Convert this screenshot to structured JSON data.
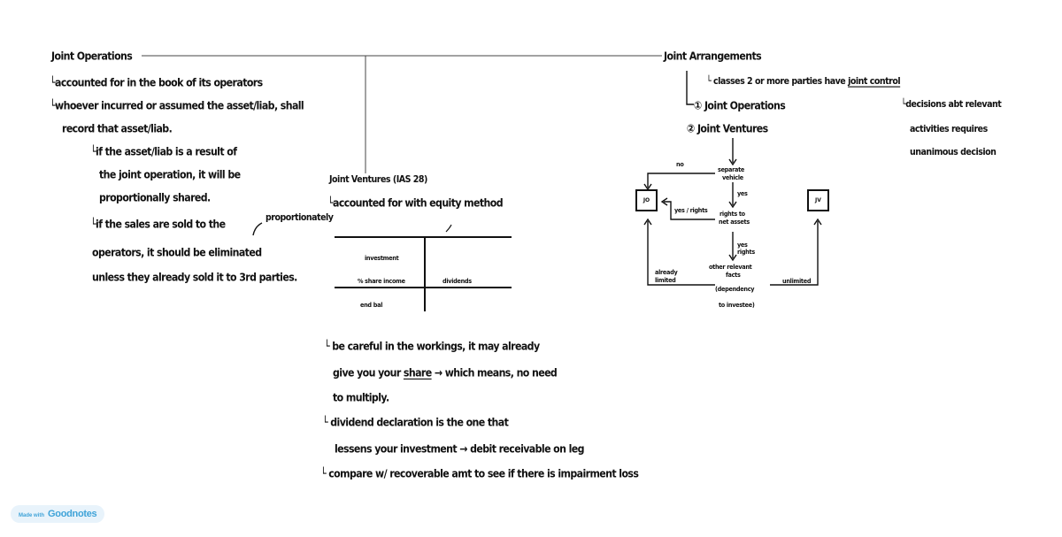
{
  "tree": {
    "left_title": "Joint Operations",
    "right_title": "Joint Arrangements"
  },
  "jo": {
    "line1": "accounted for in the book of its operators",
    "line2": "whoever incurred or assumed the asset/liab, shall",
    "line3": "record that asset/liab.",
    "line4": "if the asset/liab is a result of",
    "line5": "the joint operation, it will be",
    "line6": "proportionally shared.",
    "line7": "if the sales are sold to the",
    "line7_note": "proportionately",
    "line8": "operators, it should be eliminated",
    "line9": "unless they already sold it to 3rd parties."
  },
  "jv": {
    "title": "Joint Ventures (IAS 28)",
    "method": "accounted for with equity method",
    "t_left_1": "investment",
    "t_left_2": "% share income",
    "t_left_3": "end bal",
    "t_right_1": "dividends"
  },
  "ja": {
    "line1": "classes 2 or more parties have",
    "line1_u": "joint control",
    "item1": "① Joint Operations",
    "item2": "② Joint Ventures",
    "side1": "decisions abt relevant",
    "side2": "activities requires",
    "side3": "unanimous decision"
  },
  "flow": {
    "n1_a": "separate",
    "n1_b": "vehicle",
    "n2_a": "rights to",
    "n2_b": "net assets",
    "n3_a": "other relevant",
    "n3_b": "facts",
    "n3_c": "(dependency",
    "n3_d": "to investee)",
    "lbl_no": "no",
    "lbl_yes": "yes",
    "lbl_yes_rights": "yes / rights",
    "lbl_yes2_a": "yes",
    "lbl_yes2_b": "rights",
    "lbl_left": "already",
    "lbl_left2": "limited",
    "lbl_right": "unlimited",
    "box_jo": "JO",
    "box_jv": "JV"
  },
  "notes": {
    "n1a": "be careful in the workings, it may already",
    "n1b": "give you your",
    "n1b_u": "share",
    "n1b_rest": "→ which means, no need",
    "n1c": "to multiply.",
    "n2a": "dividend declaration is the one that",
    "n2b": "lessens your investment → debit receivable on leg",
    "n3": "compare w/ recoverable amt to see if there is impairment loss"
  },
  "badge": {
    "made_with": "Made with",
    "brand": "Goodnotes"
  }
}
